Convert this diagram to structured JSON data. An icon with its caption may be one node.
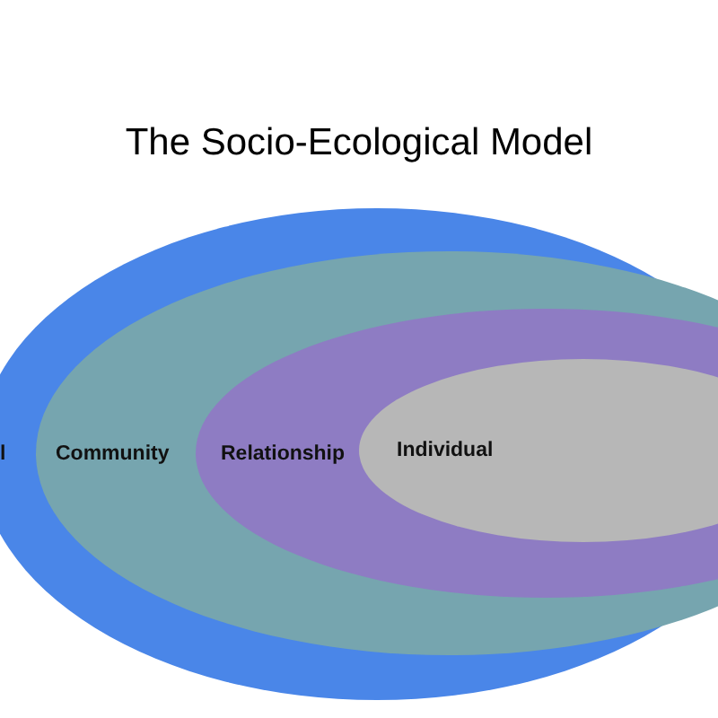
{
  "diagram": {
    "title": "The Socio-Ecological Model",
    "nodes": [
      {
        "text": [
          "l"
        ]
      },
      {
        "text": [
          "Community"
        ],
        "in": 0
      },
      {
        "text": [
          "Relationship"
        ],
        "in": 1
      },
      {
        "text": [
          "Individual"
        ],
        "in": 2
      }
    ]
  }
}
